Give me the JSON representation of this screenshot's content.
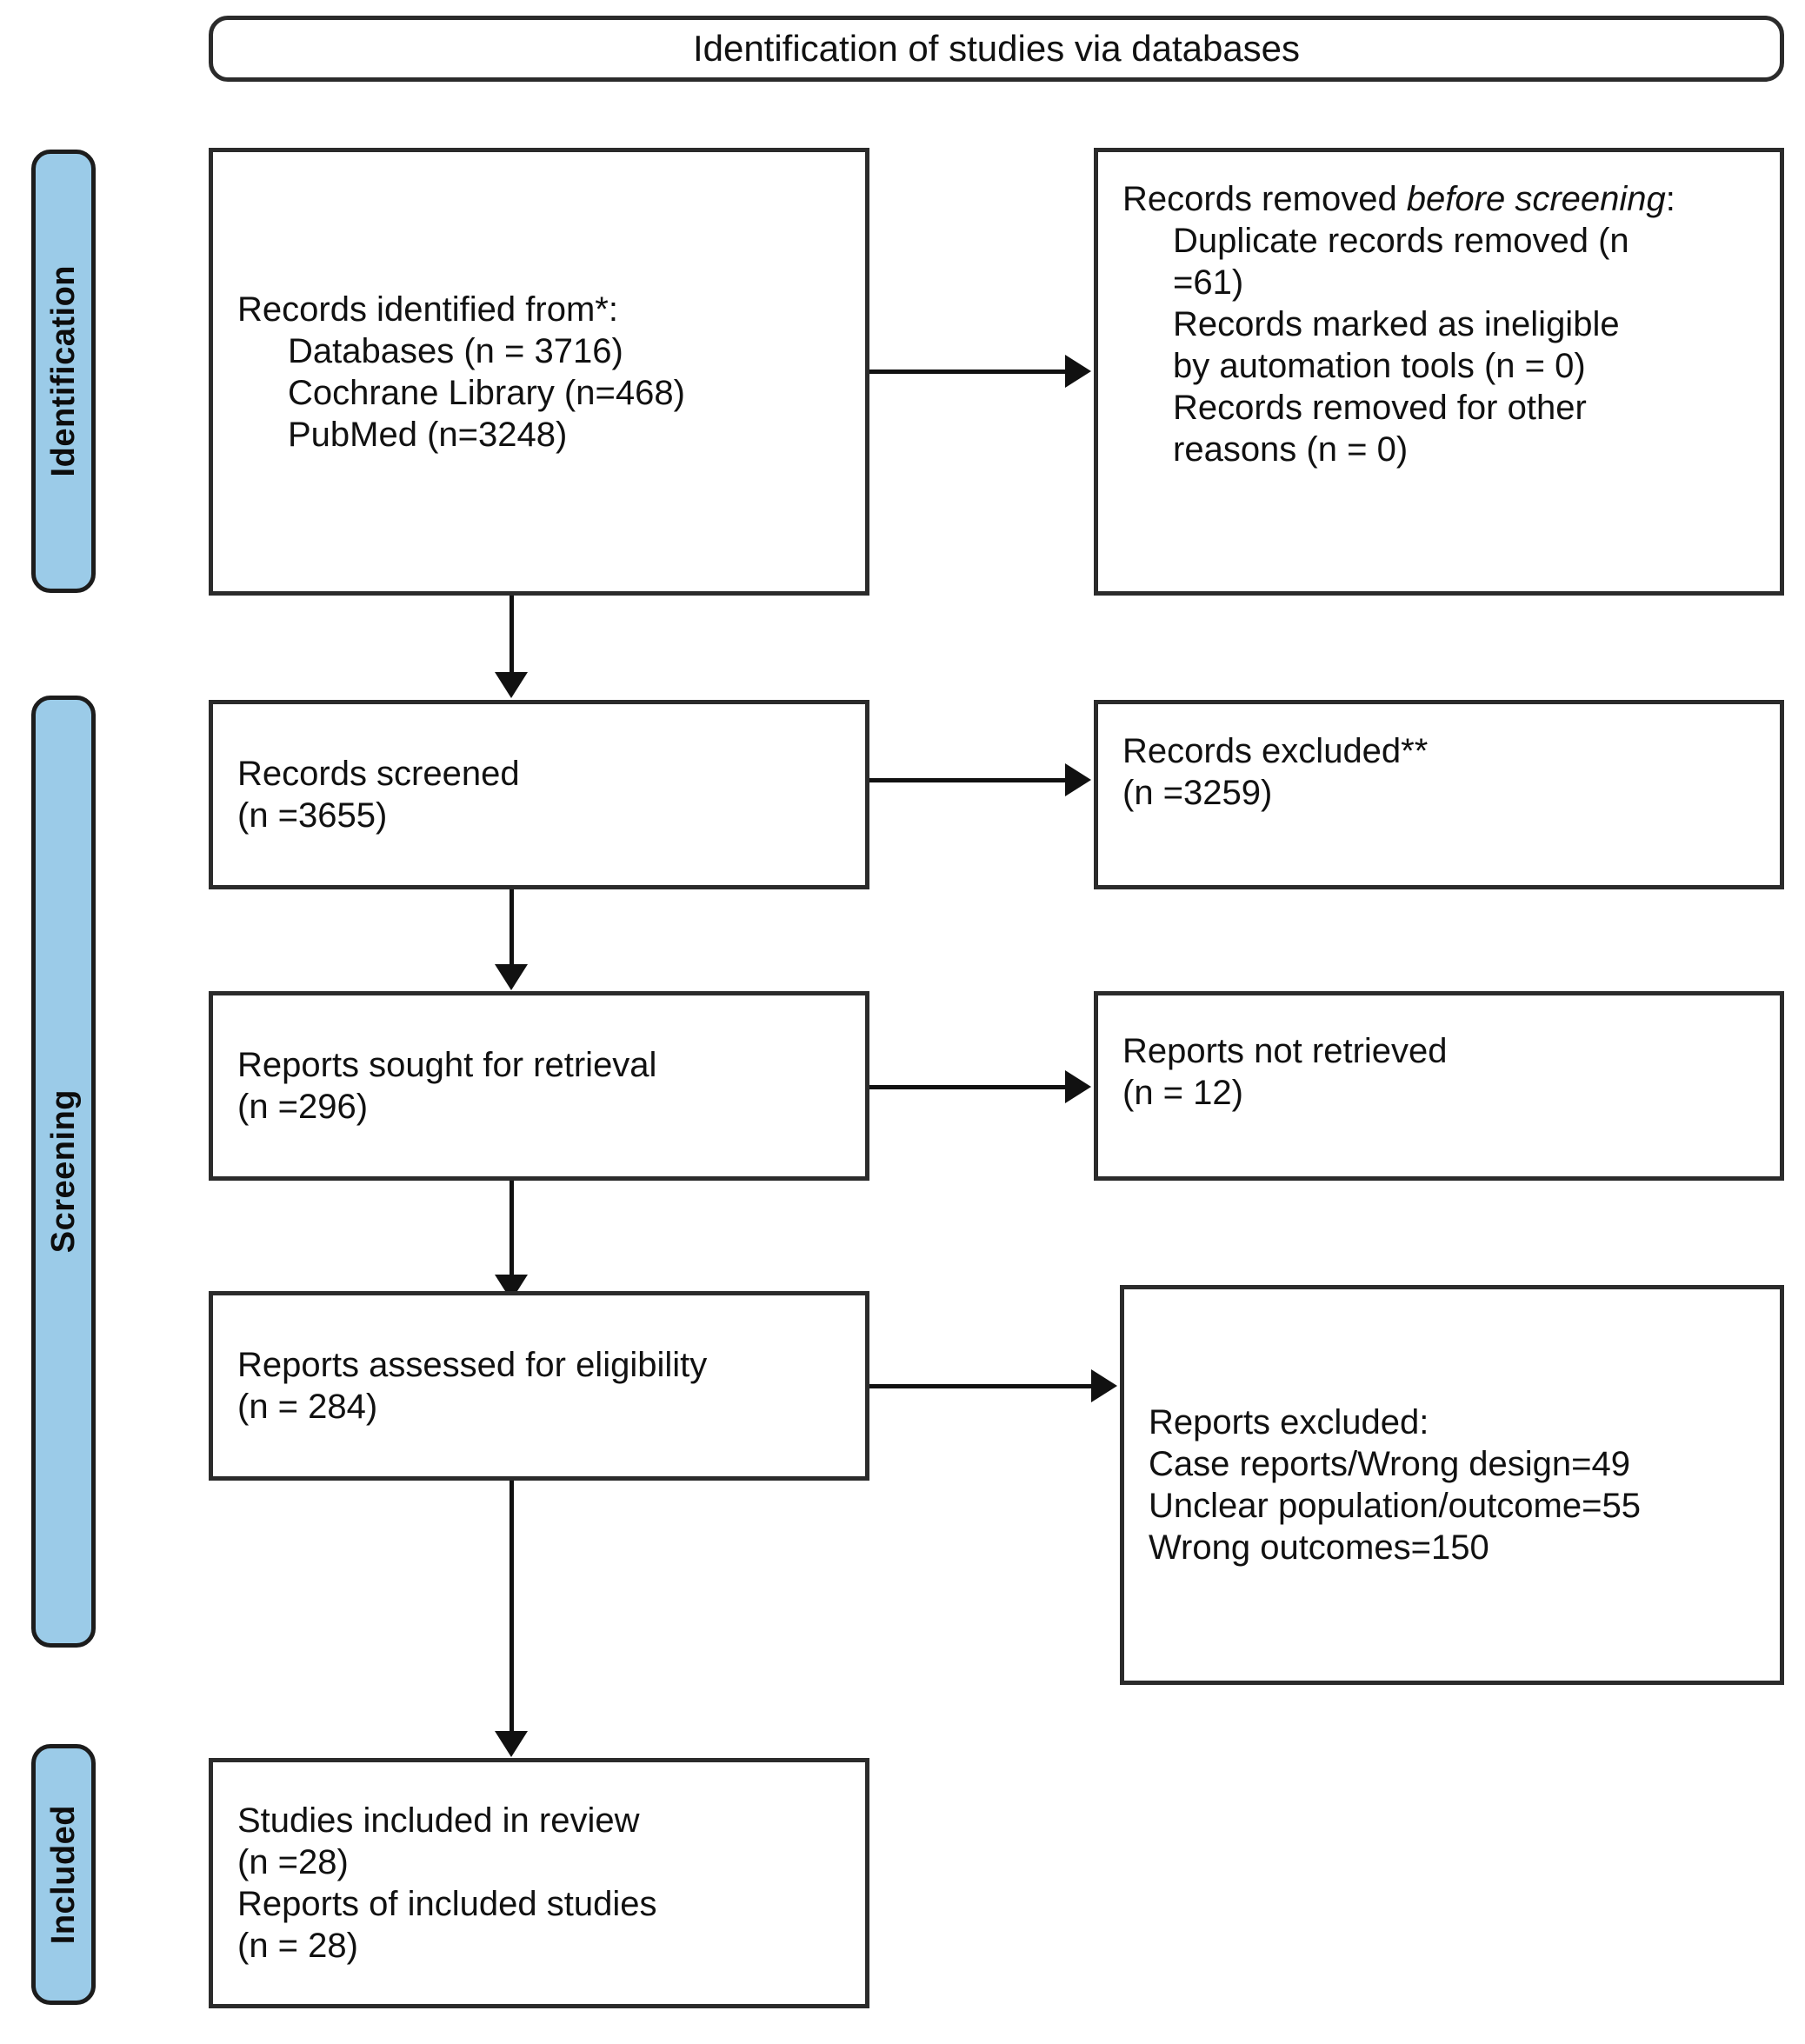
{
  "diagram": {
    "type": "PRISMA flow diagram",
    "banner": {
      "title": "Identification of studies via databases"
    },
    "stages": [
      {
        "key": "identification",
        "label": "Identification"
      },
      {
        "key": "screening",
        "label": "Screening"
      },
      {
        "key": "included",
        "label": "Included"
      }
    ],
    "boxes": {
      "records_identified": {
        "lines": [
          "Records identified from*:",
          "Databases (n = 3716)",
          "Cochrane Library (n=468)",
          "PubMed (n=3248)"
        ]
      },
      "records_removed": {
        "lines": [
          "Records removed ",
          "before screening",
          ":",
          "Duplicate records removed (n",
          "=61)",
          "Records marked as ineligible",
          "by automation tools (n = 0)",
          "Records removed for other",
          "reasons (n = 0)"
        ],
        "head_prefix": "Records removed ",
        "head_italic": "before screening",
        "head_suffix": ":"
      },
      "records_screened": {
        "lines": [
          "Records screened",
          "(n =3655)"
        ]
      },
      "records_excluded": {
        "lines": [
          "Records excluded**",
          "(n =3259)"
        ]
      },
      "reports_sought": {
        "lines": [
          "Reports sought for retrieval",
          "(n =296)"
        ]
      },
      "reports_not_retrieved": {
        "lines": [
          "Reports not retrieved",
          "(n = 12)"
        ]
      },
      "reports_assessed": {
        "lines": [
          "Reports assessed for eligibility",
          "(n = 284)"
        ]
      },
      "reports_excluded": {
        "lines": [
          "Reports excluded:",
          "Case reports/Wrong design=49",
          "Unclear population/outcome=55",
          "Wrong outcomes=150"
        ]
      },
      "studies_included": {
        "lines": [
          "Studies included in review",
          "(n =28)",
          "Reports of included studies",
          "(n = 28)"
        ]
      }
    },
    "colors": {
      "stage_bar_fill": "#9bcbe8",
      "stroke": "#2b2b2b",
      "text": "#111111",
      "background": "#ffffff"
    }
  }
}
